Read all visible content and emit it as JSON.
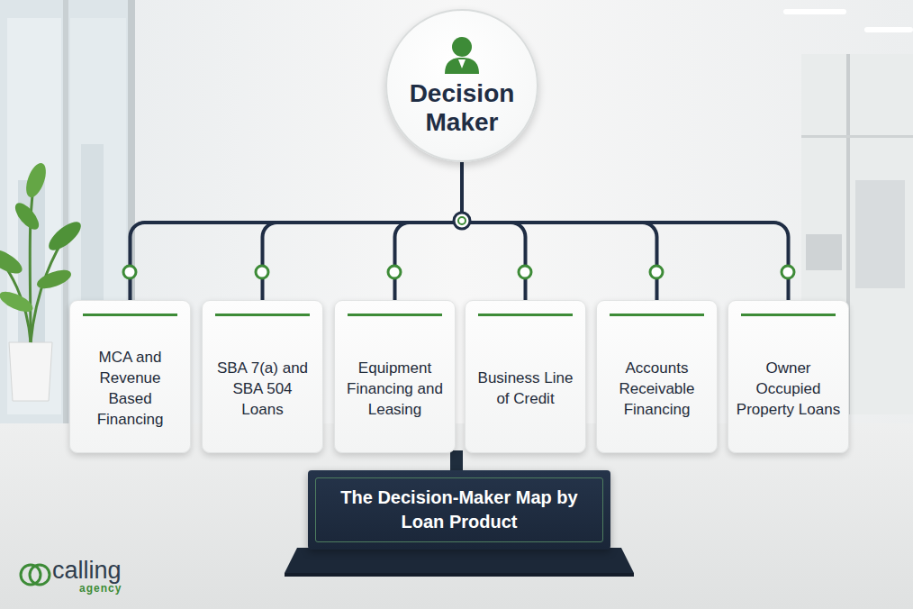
{
  "diagram": {
    "nodes": [
      {
        "text": [
          "Decision Maker"
        ]
      },
      {
        "text": [
          "MCA and Revenue Based Financing"
        ]
      },
      {
        "text": [
          "SBA 7(a) and SBA 504 Loans"
        ]
      },
      {
        "text": [
          "Equipment Financing and Leasing"
        ]
      },
      {
        "text": [
          "Business Line of Credit"
        ]
      },
      {
        "text": [
          "Accounts Receivable Financing"
        ]
      },
      {
        "text": [
          "Owner Occupied Property Loans"
        ]
      },
      {
        "text": [
          "The Decision-Maker Map by Loan Product"
        ]
      }
    ],
    "edges": [
      {
        "from": 0,
        "to": 1,
        "arrow": "none"
      },
      {
        "from": 0,
        "to": 2,
        "arrow": "none"
      },
      {
        "from": 0,
        "to": 3,
        "arrow": "none"
      },
      {
        "from": 0,
        "to": 4,
        "arrow": "none"
      },
      {
        "from": 0,
        "to": 5,
        "arrow": "none"
      },
      {
        "from": 0,
        "to": 6,
        "arrow": "none"
      }
    ],
    "labels": [
      "calling",
      "agency"
    ]
  }
}
